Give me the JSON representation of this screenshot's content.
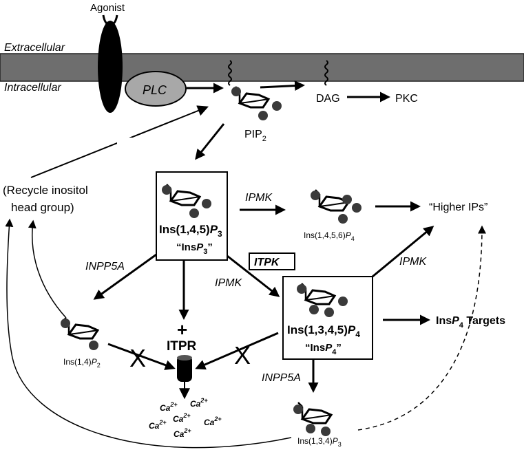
{
  "labels": {
    "agonist": "Agonist",
    "extracellular": "Extracellular",
    "intracellular": "Intracellular",
    "plc": "PLC",
    "dag": "DAG",
    "pkc": "PKC",
    "pip2_base": "PIP",
    "pip2_sub": "2",
    "recycle_line1": "(Recycle inositol",
    "recycle_line2": "head group)",
    "ip3_main": "Ins(1,4,5)",
    "ip3_p": "P",
    "ip3_sub": "3",
    "ip3_alias_open": "“Ins",
    "ip3_alias_p": "P",
    "ip3_alias_sub": "3",
    "ip3_alias_close": "”",
    "ipmk_top": "IPMK",
    "ip4_1456_main": "Ins(1,4,5,6)",
    "ip4_1456_p": "P",
    "ip4_1456_sub": "4",
    "higher_ips": "“Higher IPs”",
    "inpp5a_left": "INPP5A",
    "itpk": "ITPK",
    "ipmk_mid": "IPMK",
    "ipmk_right": "IPMK",
    "ip2_main": "Ins(1,4)",
    "ip2_p": "P",
    "ip2_sub": "2",
    "plus": "+",
    "itpr": "ITPR",
    "ip4_main": "Ins(1,3,4,5)",
    "ip4_p": "P",
    "ip4_sub": "4",
    "ip4_alias_open": "“Ins",
    "ip4_alias_p": "P",
    "ip4_alias_sub": "4",
    "ip4_alias_close": "”",
    "insp4_targets_ins": "Ins",
    "insp4_targets_p": "P",
    "insp4_targets_sub": "4",
    "insp4_targets_rest": " Targets",
    "inpp5a_right": "INPP5A",
    "ip3_134_main": "Ins(1,3,4)",
    "ip3_134_p": "P",
    "ip3_134_sub": "3",
    "ca_base": "Ca",
    "ca_sup": "2+",
    "x_mark": "X"
  },
  "colors": {
    "membrane": "#6e6e6e",
    "plc_fill": "#a8a8a8",
    "phosphate": "#3a3a3a",
    "ink": "#000000"
  }
}
